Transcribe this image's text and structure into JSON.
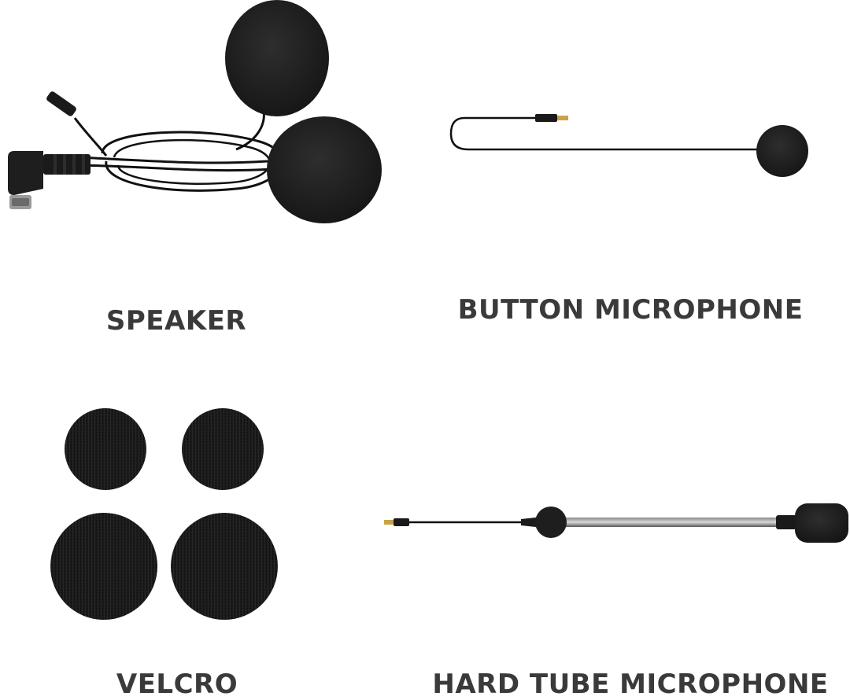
{
  "items": [
    {
      "label": "SPEAKER"
    },
    {
      "label": "BUTTON MICROPHONE"
    },
    {
      "label": "VELCRO"
    },
    {
      "label": "HARD TUBE MICROPHONE"
    }
  ],
  "colors": {
    "background": "#ffffff",
    "product": "#1c1c1c",
    "label": "#3a3a3a",
    "connector_gold": "#c9a24a"
  },
  "icons": [
    "speaker-icon",
    "button-microphone-icon",
    "velcro-icon",
    "hard-tube-microphone-icon"
  ]
}
